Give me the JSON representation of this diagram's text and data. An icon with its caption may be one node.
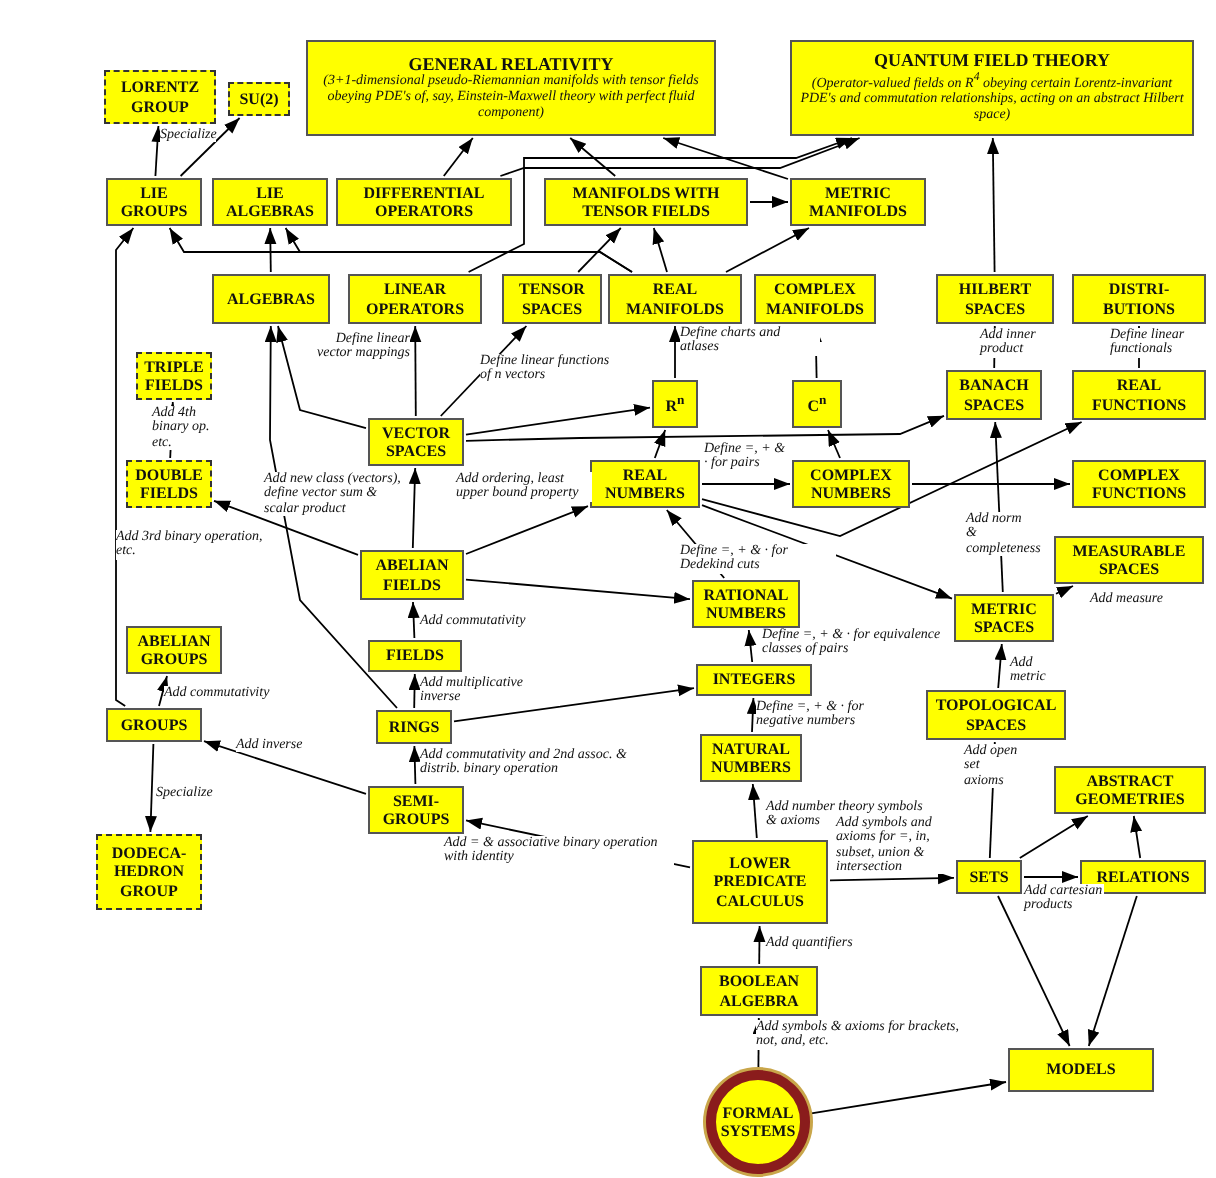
{
  "diagram": {
    "nodes": [
      {
        "text": [
          "GENERAL RELATIVITY",
          "(3+1-dimensional pseudo-Riemannian manifolds with tensor fields obeying PDE's of, say, Einstein-Maxwell theory with perfect fluid component)"
        ]
      },
      {
        "text": [
          "QUANTUM FIELD THEORY",
          "(Operator-valued fields on R$^{4}$ obeying certain Lorentz-invariant PDE's and commutation relationships, acting on an abstract Hilbert space)"
        ]
      },
      {
        "text": [
          "LORENTZ GROUP"
        ]
      },
      {
        "text": [
          "SU(2)"
        ]
      },
      {
        "text": [
          "LIE GROUPS"
        ]
      },
      {
        "text": [
          "LIE ALGEBRAS"
        ]
      },
      {
        "text": [
          "DIFFERENTIAL OPERATORS"
        ]
      },
      {
        "text": [
          "MANIFOLDS WITH TENSOR FIELDS"
        ]
      },
      {
        "text": [
          "METRIC MANIFOLDS"
        ]
      },
      {
        "text": [
          "ALGEBRAS"
        ]
      },
      {
        "text": [
          "LINEAR OPERATORS"
        ]
      },
      {
        "text": [
          "TENSOR SPACES"
        ]
      },
      {
        "text": [
          "REAL MANIFOLDS"
        ]
      },
      {
        "text": [
          "COMPLEX MANIFOLDS"
        ]
      },
      {
        "text": [
          "HILBERT SPACES"
        ]
      },
      {
        "text": [
          "DISTRI-BUTIONS"
        ]
      },
      {
        "text": [
          "TRIPLE FIELDS"
        ]
      },
      {
        "text": [
          "VECTOR SPACES"
        ]
      },
      {
        "text": [
          "R$^{n}$"
        ]
      },
      {
        "text": [
          "C$^{n}$"
        ]
      },
      {
        "text": [
          "BANACH SPACES"
        ]
      },
      {
        "text": [
          "REAL FUNCTIONS"
        ]
      },
      {
        "text": [
          "DOUBLE FIELDS"
        ]
      },
      {
        "text": [
          "REAL NUMBERS"
        ]
      },
      {
        "text": [
          "COMPLEX NUMBERS"
        ]
      },
      {
        "text": [
          "COMPLEX FUNCTIONS"
        ]
      },
      {
        "text": [
          "ABELIAN FIELDS"
        ]
      },
      {
        "text": [
          "RATIONAL NUMBERS"
        ]
      },
      {
        "text": [
          "MEASURABLE SPACES"
        ]
      },
      {
        "text": [
          "ABELIAN GROUPS"
        ]
      },
      {
        "text": [
          "METRIC SPACES"
        ]
      },
      {
        "text": [
          "FIELDS"
        ]
      },
      {
        "text": [
          "INTEGERS"
        ]
      },
      {
        "text": [
          "GROUPS"
        ]
      },
      {
        "text": [
          "RINGS"
        ]
      },
      {
        "text": [
          "TOPOLOGICAL SPACES"
        ]
      },
      {
        "text": [
          "NATURAL NUMBERS"
        ]
      },
      {
        "text": [
          "SEMI-GROUPS"
        ]
      },
      {
        "text": [
          "ABSTRACT GEOMETRIES"
        ]
      },
      {
        "text": [
          "DODECA-HEDRON GROUP"
        ]
      },
      {
        "text": [
          "LOWER PREDICATE CALCULUS"
        ]
      },
      {
        "text": [
          "SETS"
        ]
      },
      {
        "text": [
          "RELATIONS"
        ]
      },
      {
        "text": [
          "BOOLEAN ALGEBRA"
        ]
      },
      {
        "text": [
          "MODELS"
        ]
      },
      {
        "text": [
          "FORMAL SYSTEMS"
        ]
      }
    ],
    "edges": [
      {
        "from": 4,
        "to": 2,
        "arrow": "to",
        "label": "Specialize"
      },
      {
        "from": 4,
        "to": 3,
        "arrow": "to"
      },
      {
        "from": 6,
        "to": 0,
        "arrow": "to"
      },
      {
        "from": 7,
        "to": 0,
        "arrow": "to"
      },
      {
        "from": 7,
        "to": 8,
        "arrow": "to"
      },
      {
        "from": 8,
        "to": 0,
        "arrow": "to"
      },
      {
        "from": 6,
        "to": 1,
        "arrow": "to"
      },
      {
        "from": 10,
        "to": 1,
        "arrow": "to"
      },
      {
        "from": 14,
        "to": 1,
        "arrow": "to"
      },
      {
        "from": 9,
        "to": 5,
        "arrow": "to"
      },
      {
        "from": 12,
        "to": 4,
        "arrow": "to"
      },
      {
        "from": 12,
        "to": 5,
        "arrow": "to"
      },
      {
        "from": 11,
        "to": 7,
        "arrow": "to"
      },
      {
        "from": 12,
        "to": 7,
        "arrow": "to"
      },
      {
        "from": 12,
        "to": 8,
        "arrow": "to"
      },
      {
        "from": 18,
        "to": 12,
        "arrow": "to",
        "label": "Define charts and atlases"
      },
      {
        "from": 19,
        "to": 13,
        "arrow": "to"
      },
      {
        "from": 17,
        "to": 9,
        "arrow": "to"
      },
      {
        "from": 17,
        "to": 10,
        "arrow": "to",
        "label": "Define linear vector mappings"
      },
      {
        "from": 17,
        "to": 11,
        "arrow": "to",
        "label": "Define linear functions of n vectors"
      },
      {
        "from": 17,
        "to": 18,
        "arrow": "to"
      },
      {
        "from": 23,
        "to": 18,
        "arrow": "to"
      },
      {
        "from": 24,
        "to": 19,
        "arrow": "to"
      },
      {
        "from": 17,
        "to": 20,
        "arrow": "to"
      },
      {
        "from": 24,
        "to": 25,
        "arrow": "to"
      },
      {
        "from": 23,
        "to": 21,
        "arrow": "to"
      },
      {
        "from": 23,
        "to": 30,
        "arrow": "to"
      },
      {
        "from": 23,
        "to": 24,
        "arrow": "to",
        "label": "Define =, + & · for pairs"
      },
      {
        "from": 26,
        "to": 17,
        "arrow": "to",
        "label": "Add new class (vectors), define vector sum & scalar product"
      },
      {
        "from": 26,
        "to": 23,
        "arrow": "to",
        "label": "Add ordering, least upper bound property"
      },
      {
        "from": 26,
        "to": 22,
        "arrow": "to",
        "label": "Add 3rd binary operation, etc."
      },
      {
        "from": 22,
        "to": 16,
        "arrow": "to",
        "label": "Add 4th binary op. etc."
      },
      {
        "from": 26,
        "to": 27,
        "arrow": "to"
      },
      {
        "from": 27,
        "to": 23,
        "arrow": "to",
        "label": "Define =, + & · for Dedekind cuts"
      },
      {
        "from": 34,
        "to": 32,
        "arrow": "to"
      },
      {
        "from": 31,
        "to": 26,
        "arrow": "to",
        "label": "Add commutativity"
      },
      {
        "from": 34,
        "to": 31,
        "arrow": "to",
        "label": "Add multiplicative inverse"
      },
      {
        "from": 34,
        "to": 9,
        "arrow": "to"
      },
      {
        "from": 37,
        "to": 34,
        "arrow": "to",
        "label": "Add commutativity and 2nd assoc. & distrib. binary operation"
      },
      {
        "from": 37,
        "to": 33,
        "arrow": "to",
        "label": "Add inverse"
      },
      {
        "from": 33,
        "to": 29,
        "arrow": "to",
        "label": "Add commutativity"
      },
      {
        "from": 33,
        "to": 4,
        "arrow": "to"
      },
      {
        "from": 33,
        "to": 39,
        "arrow": "to",
        "label": "Specialize"
      },
      {
        "from": 40,
        "to": 37,
        "arrow": "to",
        "label": "Add = & associative binary operation with identity"
      },
      {
        "from": 40,
        "to": 36,
        "arrow": "to",
        "label": "Add number theory symbols & axioms"
      },
      {
        "from": 36,
        "to": 32,
        "arrow": "to",
        "label": "Define =, + & · for negative numbers"
      },
      {
        "from": 32,
        "to": 27,
        "arrow": "to",
        "label": "Define =, + & · for equivalence classes of pairs"
      },
      {
        "from": 40,
        "to": 41,
        "arrow": "to",
        "label": "Add symbols and axioms for =, in, subset, union & intersection"
      },
      {
        "from": 41,
        "to": 35,
        "arrow": "to",
        "label": "Add open set axioms"
      },
      {
        "from": 35,
        "to": 30,
        "arrow": "to",
        "label": "Add metric"
      },
      {
        "from": 30,
        "to": 20,
        "arrow": "to",
        "label": "Add norm & completeness"
      },
      {
        "from": 30,
        "to": 28,
        "arrow": "to",
        "label": "Add measure"
      },
      {
        "from": 20,
        "to": 14,
        "arrow": "to",
        "label": "Add inner product"
      },
      {
        "from": 21,
        "to": 15,
        "arrow": "to",
        "label": "Define linear functionals"
      },
      {
        "from": 41,
        "to": 42,
        "arrow": "to",
        "label": "Add cartesian products"
      },
      {
        "from": 41,
        "to": 38,
        "arrow": "to"
      },
      {
        "from": 42,
        "to": 38,
        "arrow": "to"
      },
      {
        "from": 41,
        "to": 44,
        "arrow": "to"
      },
      {
        "from": 42,
        "to": 44,
        "arrow": "to"
      },
      {
        "from": 43,
        "to": 40,
        "arrow": "to",
        "label": "Add quantifiers"
      },
      {
        "from": 45,
        "to": 43,
        "arrow": "to",
        "label": "Add symbols & axioms for brackets, not, and, etc."
      },
      {
        "from": 45,
        "to": 44,
        "arrow": "to"
      }
    ]
  }
}
